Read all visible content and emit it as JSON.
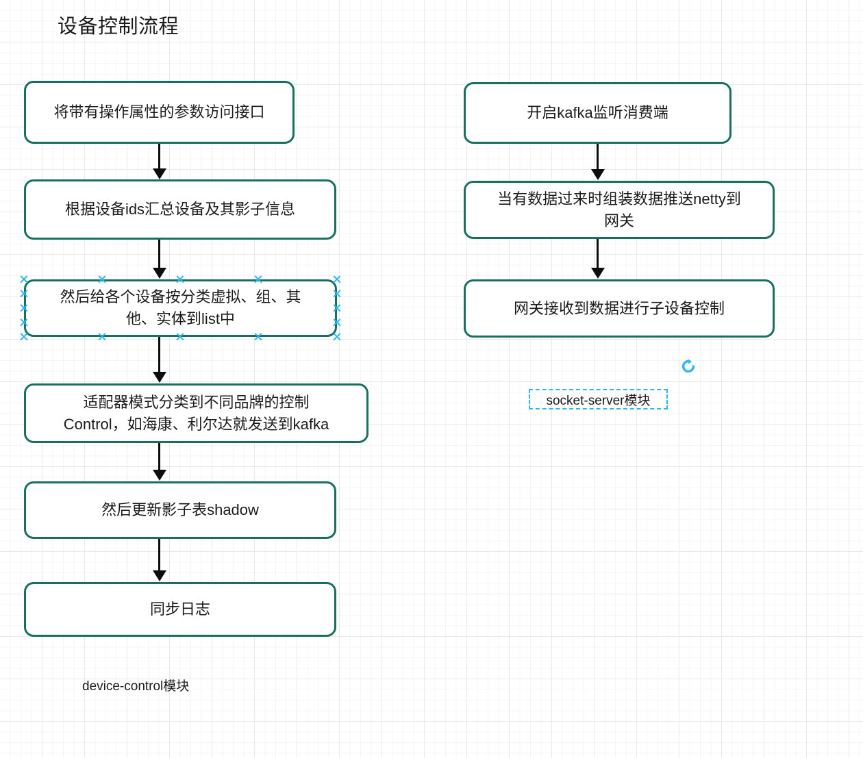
{
  "diagram": {
    "title": "设备控制流程",
    "accent_border_color": "#17705f",
    "selection_color": "#29b6f6",
    "arrow_color": "#0d0d0d",
    "canvas_background": "#ffffff",
    "grid_minor_color": "#f5f5f5",
    "grid_major_color": "#e9e9e9"
  },
  "left_flow": {
    "caption": "device-control模块",
    "nodes": [
      {
        "id": "n1",
        "text": "将带有操作属性的参数访问接口",
        "selected": false
      },
      {
        "id": "n2",
        "text": "根据设备ids汇总设备及其影子信息",
        "selected": false
      },
      {
        "id": "n3",
        "text": "然后给各个设备按分类虚拟、组、其\n他、实体到list中",
        "selected": true
      },
      {
        "id": "n4",
        "text": "适配器模式分类到不同品牌的控制\nControl，如海康、利尔达就发送到kafka",
        "selected": false
      },
      {
        "id": "n5",
        "text": "然后更新影子表shadow",
        "selected": false
      },
      {
        "id": "n6",
        "text": "同步日志",
        "selected": false
      }
    ]
  },
  "right_flow": {
    "caption": "socket-server模块",
    "caption_selected": true,
    "nodes": [
      {
        "id": "r1",
        "text": "开启kafka监听消费端",
        "selected": false
      },
      {
        "id": "r2",
        "text": "当有数据过来时组装数据推送netty到\n网关",
        "selected": false
      },
      {
        "id": "r3",
        "text": "网关接收到数据进行子设备控制",
        "selected": false
      }
    ]
  },
  "icons": {
    "rotate": "rotate-icon"
  }
}
